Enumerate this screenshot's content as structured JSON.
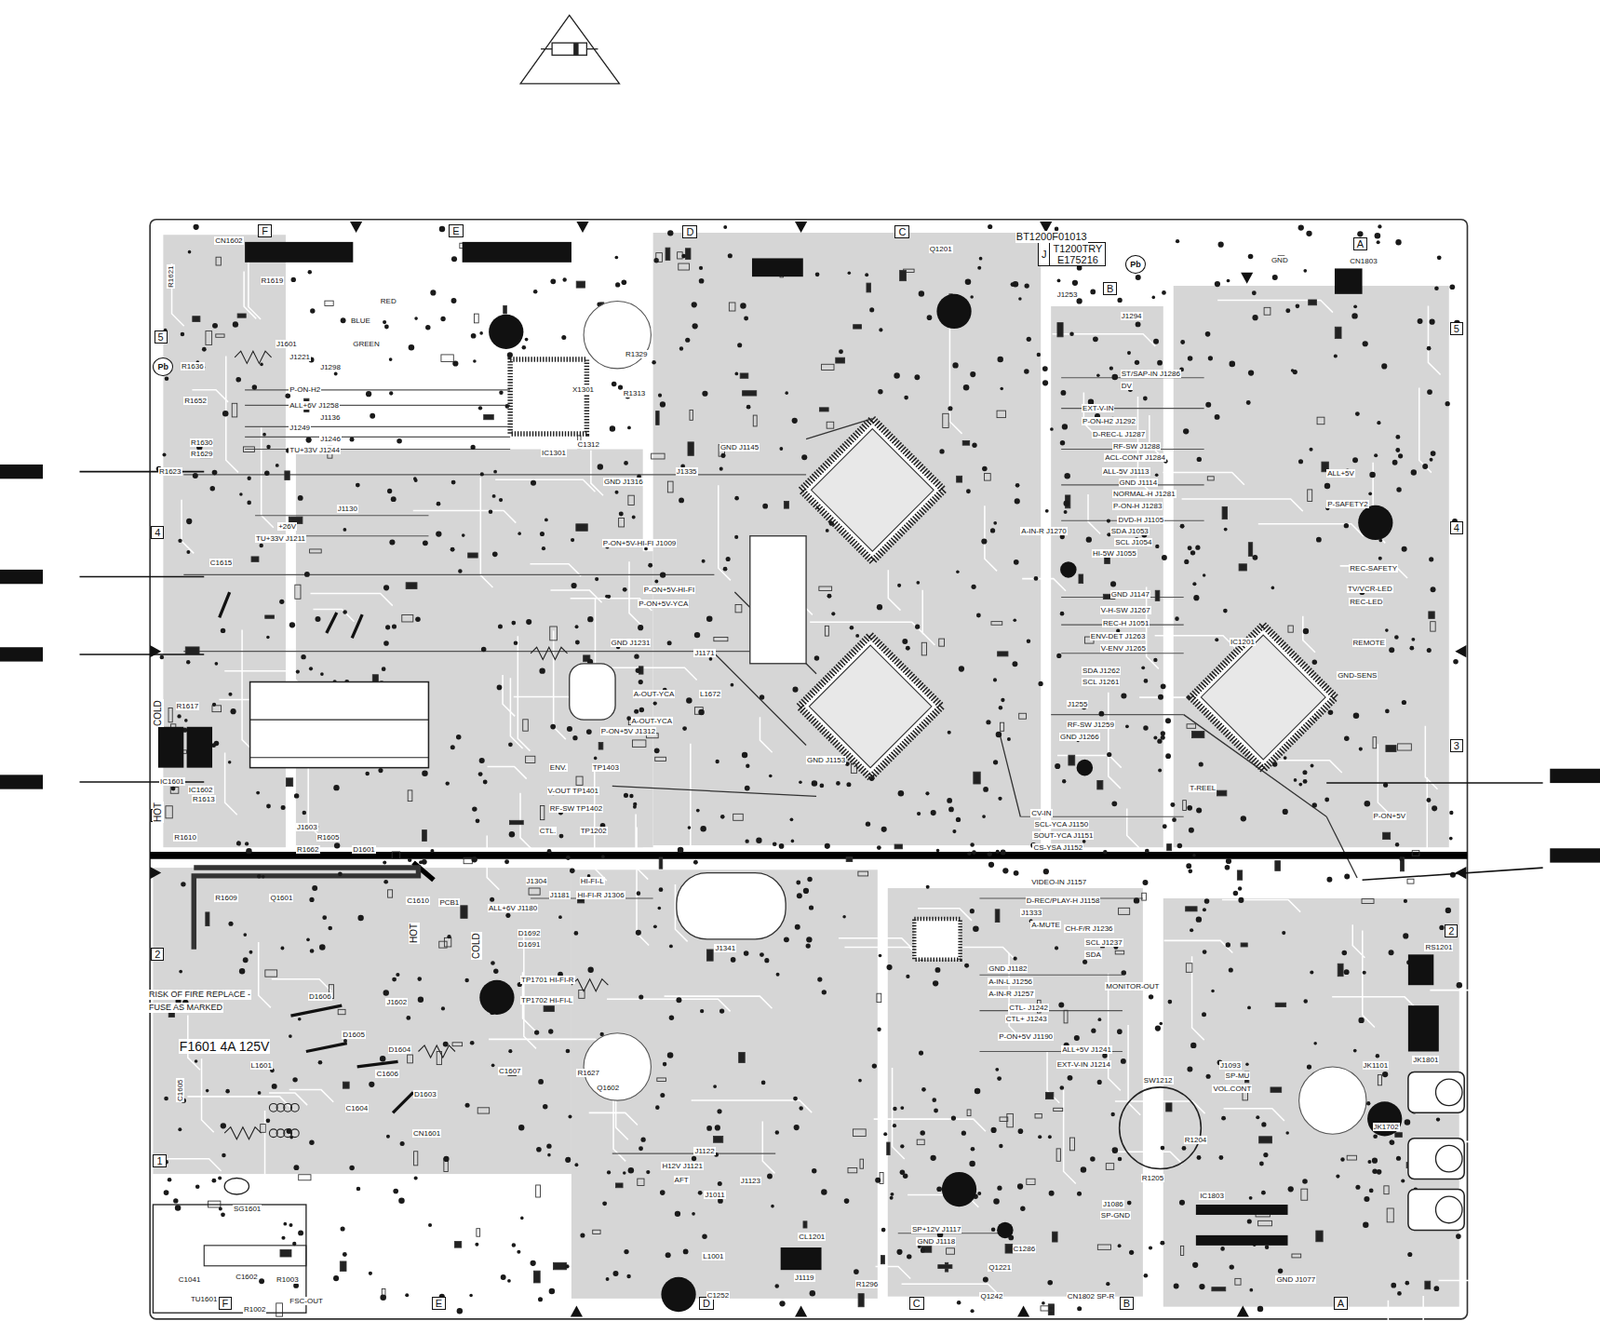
{
  "diagram": {
    "nodes": [
      {
        "text": [
          "J"
        ]
      },
      {
        "text": [
          "T1200TRY",
          "E175216"
        ]
      },
      {
        "text": [
          "F"
        ]
      },
      {
        "text": [
          "E"
        ]
      },
      {
        "text": [
          "D"
        ]
      },
      {
        "text": [
          "C"
        ]
      },
      {
        "text": [
          "B"
        ]
      },
      {
        "text": [
          "A"
        ]
      },
      {
        "text": [
          "5"
        ]
      },
      {
        "text": [
          "4"
        ]
      },
      {
        "text": [
          "3"
        ]
      },
      {
        "text": [
          "2"
        ]
      },
      {
        "text": [
          "1"
        ]
      },
      {
        "text": [
          "5"
        ]
      },
      {
        "text": [
          "4"
        ]
      },
      {
        "text": [
          "3"
        ]
      },
      {
        "text": [
          "2"
        ]
      },
      {
        "text": [
          "F"
        ]
      },
      {
        "text": [
          "E"
        ]
      },
      {
        "text": [
          "D"
        ]
      },
      {
        "text": [
          "C"
        ]
      },
      {
        "text": [
          "B"
        ]
      },
      {
        "text": [
          "A"
        ]
      },
      {
        "text": [
          "Pb"
        ]
      },
      {
        "text": [
          "Pb"
        ]
      }
    ],
    "labels": [
      "BT1200F01013",
      "CN1602",
      "R1619",
      "R1621",
      "R1636",
      "R1652",
      "J1221",
      "J1298",
      "P-ON-H2",
      "ALL+6V J1258",
      "J1136",
      "J1249",
      "J1246",
      "TU+33V J1244",
      "R1630",
      "R1629",
      "R1623",
      "C1615",
      "R1617",
      "IC1601",
      "IC1602",
      "R1613",
      "R1610",
      "J1603",
      "R1605",
      "R1662",
      "D1601",
      "BLUE",
      "GREEN",
      "RED",
      "J1601",
      "+26V",
      "TU+33V J1211",
      "J1130",
      "C1610",
      "PCB1",
      "R1609",
      "Q1601",
      "D1606",
      "D1605",
      "D1604",
      "D1603",
      "L1601",
      "C1605",
      "C1604",
      "C1606",
      "CN1601",
      "J1602",
      "C1607",
      "SG1601",
      "C1041",
      "C1602",
      "R1003",
      "TU1601",
      "R1002",
      "FSC-OUT",
      "J1304",
      "HI-FI-L",
      "J1181",
      "HI-FI-R J1306",
      "ALL+6V J1180",
      "D1692",
      "D1691",
      "TP1701 HI-FI-R",
      "TP1702 HI-FI-L",
      "J1341",
      "R1627",
      "Q1602",
      "J1122",
      "H12V J1121",
      "AFT",
      "J1123",
      "J1011",
      "L1001",
      "C1252",
      "J1119",
      "CL1201",
      "R1296",
      "SP+12V J1117",
      "GND J1118",
      "C1286",
      "Q1221",
      "Q1242",
      "CN1802 SP-R",
      "J1086",
      "SP-GND",
      "IC1803",
      "GND J1077",
      "SW1212",
      "R1205",
      "R1204",
      "VOL.CONT",
      "SP-MU",
      "J1093",
      "JK1101",
      "JK1702",
      "JK1801",
      "RS1201",
      "VIDEO-IN J1157",
      "D-REC/PLAY-H J1158",
      "J1333",
      "A-MUTE",
      "CH-F/R J1236",
      "SCL J1237",
      "SDA",
      "MONITOR-OUT",
      "GND J1182",
      "A-IN-L J1256",
      "A-IN-R J1257",
      "CTL- J1242",
      "CTL+ J1243",
      "P-ON+5V J1190",
      "ALL+5V J1241",
      "EXT-V-IN J1214",
      "ST/SAP-IN J1286",
      "DV",
      "EXT-V-IN",
      "P-ON-H2 J1292",
      "D-REC-L J1287",
      "RF-SW J1288",
      "ACL-CONT J1284",
      "ALL-5V J1113",
      "GND J1114",
      "NORMAL-H J1281",
      "P-ON-H J1283",
      "DVD-H J1105",
      "SDA J1053",
      "SCL J1054",
      "HI-5W J1055",
      "A-IN-R J1270",
      "GND J1147",
      "V-H-SW J1267",
      "REC-H J1051",
      "ENV-DET J1263",
      "V-ENV J1265",
      "SDA J1262",
      "SCL J1261",
      "J1255",
      "RF-SW J1259",
      "GND J1266",
      "T-REEL",
      "CV-IN",
      "SCL-YCA J1150",
      "SOUT-YCA J1151",
      "CS-YSA J1152",
      "P-ON+5V",
      "ALL+5V",
      "P-SAFETY2",
      "REC-SAFETY",
      "TV/VCR-LED",
      "REC-LED",
      "REMOTE",
      "GND-SENS",
      "IC1201",
      "X1301",
      "IC1301",
      "R1329",
      "R1313",
      "C1312",
      "J1335",
      "GND J1145",
      "GND J1316",
      "P-ON+5V-HI-FI J1009",
      "P-ON+5V-HI-FI",
      "P-ON+5V-YCA",
      "GND J1231",
      "J1171",
      "A-OUT-YCA",
      "A-OUT-YCA",
      "P-ON+5V J1312",
      "ENV.",
      "TP1403",
      "V-OUT TP1401",
      "RF-SW TP1402",
      "CTL.",
      "TP1202",
      "L1672",
      "GND J1153",
      "Q1201",
      "GND",
      "CN1803",
      "J1253",
      "J1294",
      "RISK OF FIRE REPLACE -",
      "FUSE AS MARKED",
      "F1601 4A 125V",
      "HOT",
      "COLD",
      "COLD",
      "HOT"
    ]
  }
}
